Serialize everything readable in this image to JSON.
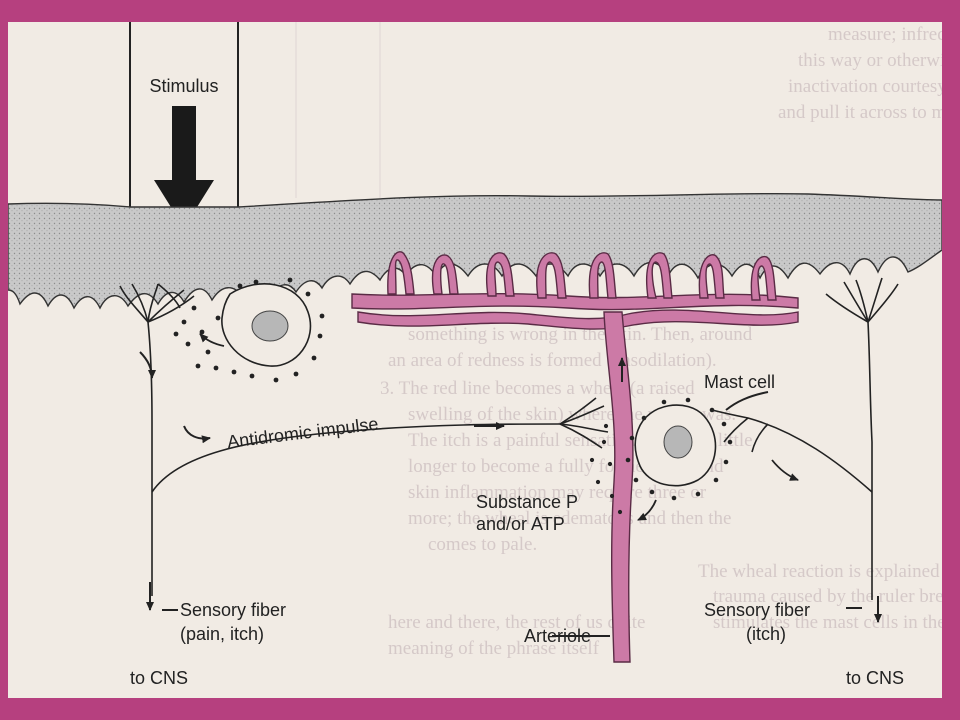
{
  "colors": {
    "frame": "#b6407f",
    "paper": "#f1ebe4",
    "skin": "#c9c9c9",
    "vessel": "#cc7aa6",
    "ink": "#222222",
    "ghost_text": "#d2c6c6"
  },
  "labels": {
    "stimulus": "Stimulus",
    "antidromic": "Antidromic impulse",
    "mast_cell": "Mast cell",
    "substance_line1": "Substance P",
    "substance_line2": "and/or ATP",
    "sensory_left_line1": "Sensory fiber",
    "sensory_left_line2": "(pain, itch)",
    "to_cns_left": "to CNS",
    "arteriole": "Arteriole",
    "sensory_right_line1": "Sensory fiber",
    "sensory_right_line2": "(itch)",
    "to_cns_right": "to CNS"
  },
  "icons": [
    "stimulus-arrow-icon",
    "impulse-arrow-icon",
    "curved-arrow-icon",
    "down-arrow-icon"
  ]
}
